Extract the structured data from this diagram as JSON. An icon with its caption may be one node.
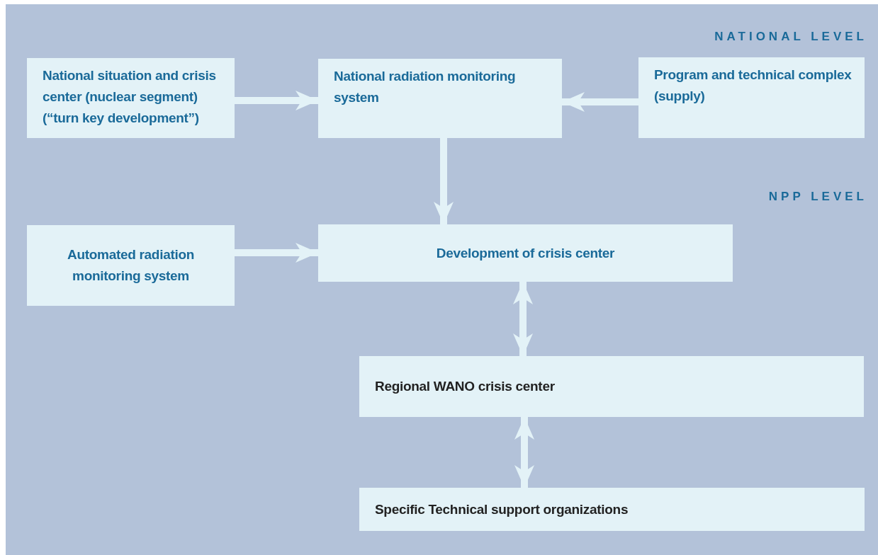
{
  "diagram": {
    "nodes": [
      {
        "text": [
          "National situation and crisis center (nuclear segment) (“turn key development”)"
        ]
      },
      {
        "text": [
          "National radiation monitoring system"
        ]
      },
      {
        "text": [
          "Program and technical complex (supply)"
        ]
      },
      {
        "text": [
          "Automated radiation monitoring system"
        ]
      },
      {
        "text": [
          "Development of crisis center"
        ]
      },
      {
        "text": [
          "Regional WANO crisis center"
        ]
      },
      {
        "text": [
          "Specific Technical support organizations"
        ]
      }
    ],
    "edges": [
      {
        "from": 0,
        "to": 1,
        "arrow": "to"
      },
      {
        "from": 2,
        "to": 1,
        "arrow": "to"
      },
      {
        "from": 1,
        "to": 4,
        "arrow": "to"
      },
      {
        "from": 3,
        "to": 4,
        "arrow": "to"
      },
      {
        "from": 4,
        "to": 5,
        "arrow": "both"
      },
      {
        "from": 5,
        "to": 6,
        "arrow": "both"
      }
    ],
    "labels": [
      "NATIONAL LEVEL",
      "NPP LEVEL"
    ]
  }
}
